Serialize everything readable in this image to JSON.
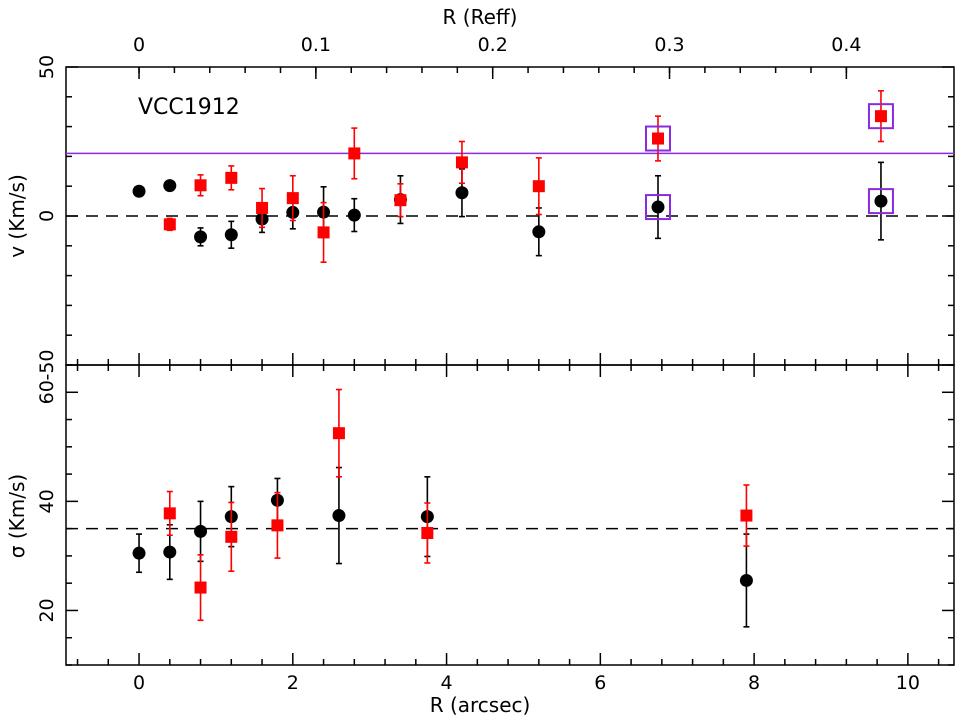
{
  "colors": {
    "series_a": "#000000",
    "series_b": "#ff0000",
    "highlight": "#8a2be2",
    "frame": "#000000"
  },
  "chart_data": [
    {
      "type": "scatter",
      "panel": "velocity",
      "annotation": "VCC1912",
      "ylabel": "v (Km/s)",
      "xlabel_top": "R (Reff)",
      "xlim": [
        -0.95,
        10.6
      ],
      "ylim": [
        -50,
        50
      ],
      "yticks": [
        -50,
        0,
        50
      ],
      "top_ticks": [
        {
          "label": "0",
          "x": 0.0
        },
        {
          "label": "0.1",
          "x": 2.3
        },
        {
          "label": "0.2",
          "x": 4.6
        },
        {
          "label": "0.3",
          "x": 6.9
        },
        {
          "label": "0.4",
          "x": 9.2
        }
      ],
      "reference_lines": [
        {
          "y": 0,
          "style": "dashed",
          "color": "#000000"
        },
        {
          "y": 21,
          "style": "solid",
          "color": "#8a2be2"
        }
      ],
      "series": [
        {
          "marker": "circle",
          "color": "#000000",
          "points": [
            {
              "x": 0.0,
              "y": 8.3,
              "err": 0
            },
            {
              "x": 0.4,
              "y": 10.2,
              "err": 0
            },
            {
              "x": 0.8,
              "y": -7.0,
              "err": 3.0
            },
            {
              "x": 1.2,
              "y": -6.3,
              "err": 4.5
            },
            {
              "x": 1.6,
              "y": -1.0,
              "err": 4.5
            },
            {
              "x": 2.0,
              "y": 1.2,
              "err": 5.5
            },
            {
              "x": 2.4,
              "y": 1.3,
              "err": 8.5
            },
            {
              "x": 2.8,
              "y": 0.3,
              "err": 5.5
            },
            {
              "x": 3.4,
              "y": 5.5,
              "err": 8.0
            },
            {
              "x": 4.2,
              "y": 7.8,
              "err": 8.0
            },
            {
              "x": 5.2,
              "y": -5.3,
              "err": 8.0
            },
            {
              "x": 6.75,
              "y": 3.0,
              "err": 10.5,
              "boxed": true
            },
            {
              "x": 9.65,
              "y": 5.0,
              "err": 13.0,
              "boxed": true
            }
          ]
        },
        {
          "marker": "square",
          "color": "#ff0000",
          "points": [
            {
              "x": 0.4,
              "y": -2.8,
              "err": 2.0
            },
            {
              "x": 0.8,
              "y": 10.3,
              "err": 3.5
            },
            {
              "x": 1.2,
              "y": 12.8,
              "err": 4.0
            },
            {
              "x": 1.6,
              "y": 2.7,
              "err": 6.5
            },
            {
              "x": 2.0,
              "y": 6.0,
              "err": 7.5
            },
            {
              "x": 2.4,
              "y": -5.5,
              "err": 10.0
            },
            {
              "x": 2.8,
              "y": 21.0,
              "err": 8.5
            },
            {
              "x": 3.4,
              "y": 5.3,
              "err": 5.5
            },
            {
              "x": 4.2,
              "y": 18.0,
              "err": 7.0
            },
            {
              "x": 5.2,
              "y": 10.0,
              "err": 9.5
            },
            {
              "x": 6.75,
              "y": 26.0,
              "err": 7.5,
              "boxed": true
            },
            {
              "x": 9.65,
              "y": 33.5,
              "err": 8.5,
              "boxed": true
            }
          ]
        }
      ]
    },
    {
      "type": "scatter",
      "panel": "dispersion",
      "ylabel": "σ (Km/s)",
      "xlabel": "R (arcsec)",
      "xlim": [
        -0.95,
        10.6
      ],
      "ylim": [
        10,
        65
      ],
      "yticks": [
        20,
        40,
        60
      ],
      "xticks": [
        0,
        2,
        4,
        6,
        8,
        10
      ],
      "reference_lines": [
        {
          "y": 35,
          "style": "dashed",
          "color": "#000000"
        }
      ],
      "series": [
        {
          "marker": "circle",
          "color": "#000000",
          "points": [
            {
              "x": 0.0,
              "y": 30.5,
              "err": 3.5
            },
            {
              "x": 0.4,
              "y": 30.7,
              "err": 5.0
            },
            {
              "x": 0.8,
              "y": 34.5,
              "err": 5.5
            },
            {
              "x": 1.2,
              "y": 37.2,
              "err": 5.5
            },
            {
              "x": 1.8,
              "y": 40.2,
              "err": 4.0
            },
            {
              "x": 2.6,
              "y": 37.4,
              "err": 8.8
            },
            {
              "x": 3.75,
              "y": 37.2,
              "err": 7.3
            },
            {
              "x": 7.9,
              "y": 25.5,
              "err": 8.5
            }
          ]
        },
        {
          "marker": "square",
          "color": "#ff0000",
          "points": [
            {
              "x": 0.4,
              "y": 37.8,
              "err": 4.0
            },
            {
              "x": 0.8,
              "y": 24.2,
              "err": 6.0
            },
            {
              "x": 1.2,
              "y": 33.5,
              "err": 6.3
            },
            {
              "x": 1.8,
              "y": 35.6,
              "err": 6.0
            },
            {
              "x": 2.6,
              "y": 52.5,
              "err": 8.0
            },
            {
              "x": 3.75,
              "y": 34.2,
              "err": 5.5
            },
            {
              "x": 7.9,
              "y": 37.4,
              "err": 5.6
            }
          ]
        }
      ]
    }
  ]
}
